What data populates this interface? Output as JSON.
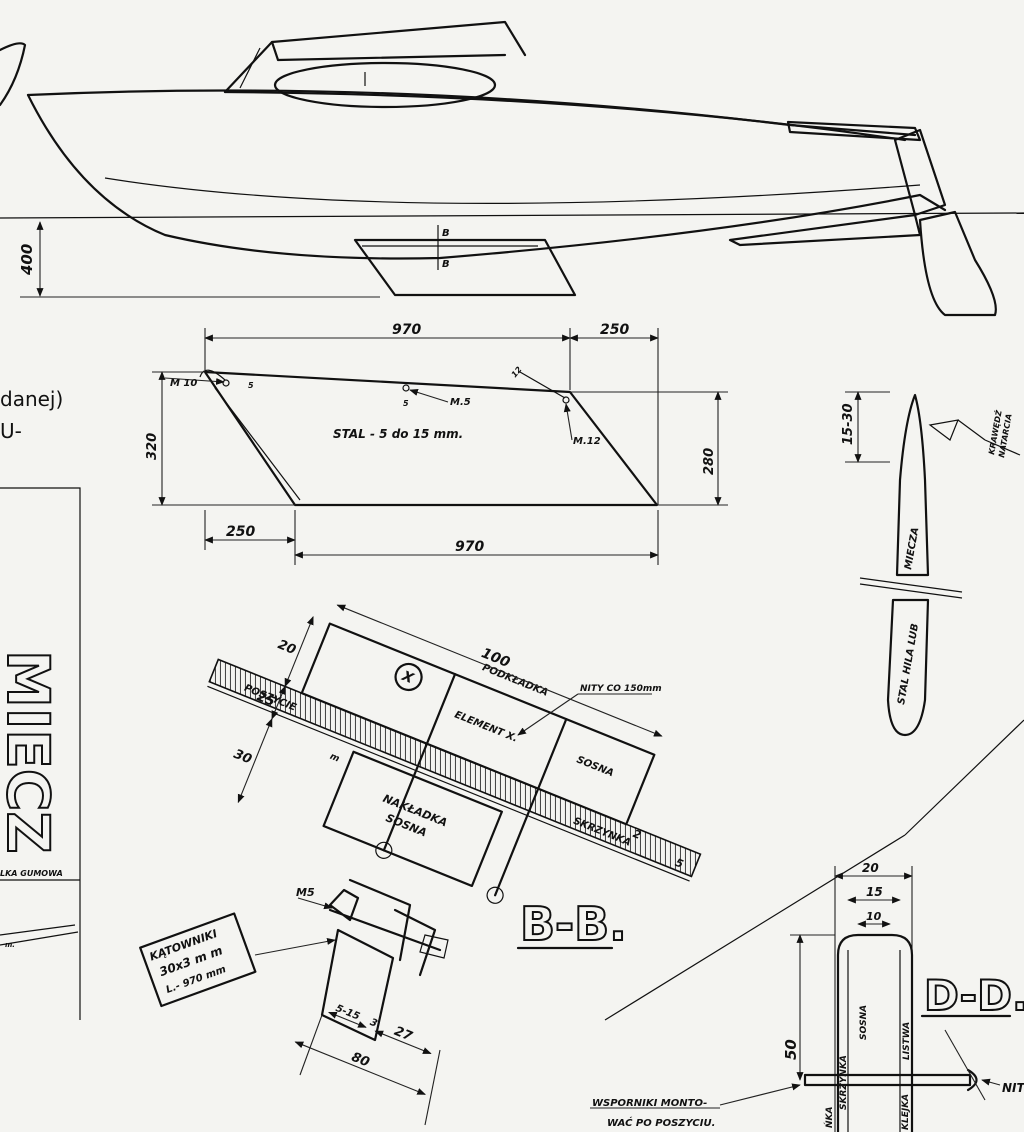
{
  "hull": {
    "draft_dim": "400",
    "section_marker_top": "B",
    "section_marker_bottom": "B"
  },
  "centerboard": {
    "dim_top_length": "970",
    "dim_top_rake": "250",
    "dim_bottom_rake": "250",
    "dim_bottom_length": "970",
    "dim_left_height": "320",
    "dim_right_height": "280",
    "bolt_left": "M 10",
    "bolt_mid": "M.5",
    "bolt_right": "M.12",
    "small_mark_left": "5",
    "small_mark_mid": "5",
    "small_mark_right": "12",
    "material_note": "STAL - 5 do 15 mm."
  },
  "edge_profile": {
    "thickness_dim": "15-30",
    "edge_note_line1": "KRAWĘDŹ",
    "edge_note_line2": "NATARCIA",
    "label_upper": "MIECZA",
    "label_lower": "STAL HILA LUB"
  },
  "left_fragment": {
    "text_line1": "danej)",
    "text_line2": "U-",
    "vertical_word": "MIECZ",
    "rubber_note": "LKA GUMOWA",
    "small_note": "m."
  },
  "section_bb": {
    "title": "B-B.",
    "dim_20": "20",
    "dim_100": "100",
    "dim_25": "25",
    "dim_30": "30",
    "dim_m": "m",
    "dim_2": "2",
    "dim_5": "5",
    "element_x_marker": "X",
    "label_podkladka": "PODKŁADKA",
    "label_nity": "NITY CO 150mm",
    "label_poszycie": "POSZYCIE",
    "label_element_x": "ELEMENT X.",
    "label_sosna_top": "SOSNA",
    "label_nakladka_1": "NAKŁADKA",
    "label_nakladka_2": "SOSNA",
    "label_skrzynka": "SKRZYNKA",
    "label_m5": "M5",
    "katowniki_1": "KĄTOWNIKI",
    "katowniki_2": "30x3 m m",
    "katowniki_3": "L.- 970 mm",
    "dim_515": "5-15",
    "dim_3": "3",
    "dim_27": "27",
    "dim_80": "80"
  },
  "section_dd": {
    "title": "D-D.",
    "dim_20": "20",
    "dim_15": "15",
    "dim_10": "10",
    "dim_50": "50",
    "label_skrzynka": "SKRZYNKA",
    "label_listwa": "LISTWA",
    "label_sosna": "SOSNA",
    "label_hylka": "ŃKA",
    "label_klejka": "KLEJKA",
    "label_nity": "NIT",
    "wsporniki_1": "WSPORNIKI MONTO-",
    "wsporniki_2": "WAĆ PO POSZYCIU."
  }
}
